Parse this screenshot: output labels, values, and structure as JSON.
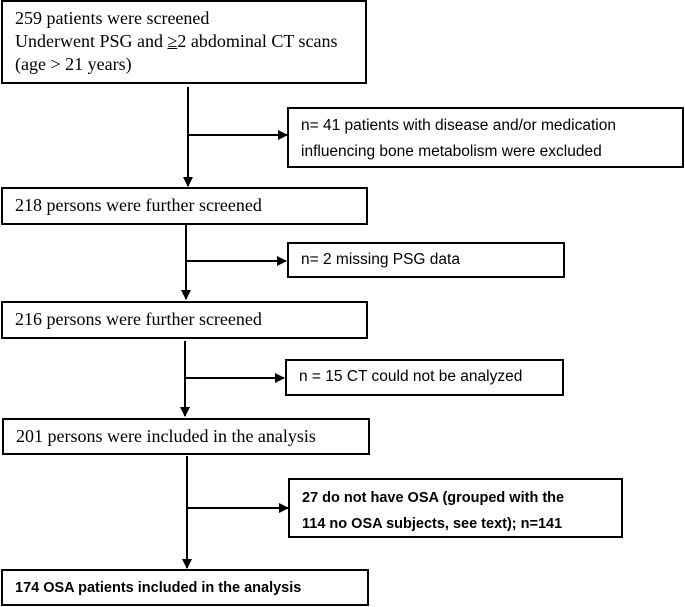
{
  "flowchart": {
    "main_boxes": [
      {
        "lines": [
          "259 patients were screened",
          "Underwent PSG and ",
          "≥",
          "2 abdominal CT scans",
          "(age > 21 years)"
        ]
      },
      {
        "lines": [
          "218 persons were further screened"
        ]
      },
      {
        "lines": [
          "216 persons were further screened"
        ]
      },
      {
        "lines": [
          "201 persons were included in the  analysis"
        ]
      },
      {
        "lines": [
          "174 OSA patients included in the analysis"
        ]
      }
    ],
    "exclusion_boxes": [
      {
        "lines": [
          "n= 41 patients with disease and/or medication",
          "influencing bone metabolism were excluded"
        ]
      },
      {
        "lines": [
          "n= 2 missing PSG data"
        ]
      },
      {
        "lines": [
          "n = 15 CT could not be analyzed"
        ]
      },
      {
        "lines": [
          "27 do not have OSA  (grouped with the",
          "114 no OSA subjects, see text); n=141"
        ]
      }
    ]
  }
}
